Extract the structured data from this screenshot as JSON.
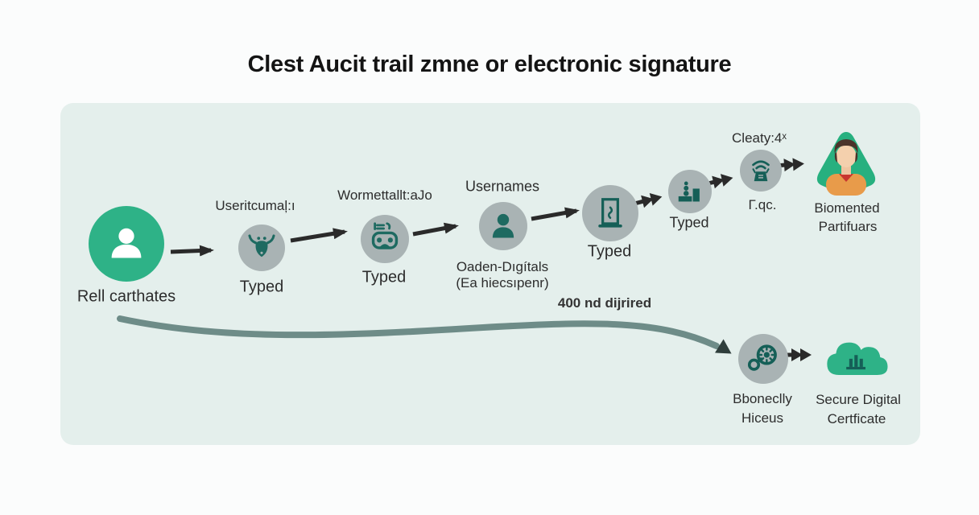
{
  "title": "Clest Aucit trail zmne or electronic signature",
  "colors": {
    "panel_bg": "#e4efec",
    "page_bg": "#fbfcfc",
    "node_gray": "#a9b3b4",
    "accent_green": "#2eb287",
    "icon_teal": "#1e6a61",
    "arrow_black": "#2a2a2a",
    "curve_teal_gray": "#6e8c88",
    "avatar_shirt_orange": "#e89b4a",
    "avatar_collar_red": "#c8372f"
  },
  "nodes": {
    "n1": {
      "label": "Rell carthates",
      "icon": "person-icon"
    },
    "n2": {
      "top": "Useritcumaļ:ı",
      "bottom": "Typed",
      "icon": "bug-icon"
    },
    "n3": {
      "top": "Wormettallt:aJo",
      "bottom": "Typed",
      "icon": "vr-goggles-icon"
    },
    "n4": {
      "top": "Usernames",
      "bottom1": "Oaden-Dıgítals",
      "bottom2": "(Ea hiecsıpenr)",
      "icon": "user-silhouette-icon"
    },
    "n5": {
      "bottom": "Typed",
      "icon": "door-frame-icon"
    },
    "n6": {
      "bottom": "Typed",
      "icon": "podium-icon"
    },
    "n7": {
      "top": "Cleaty:4ˣ",
      "bottom": "Γ.qc.",
      "icon": "wifi-device-icon"
    },
    "n8": {
      "line1": "Biomented",
      "line2": "Partifuars",
      "icon": "avatar-triangle-icon"
    },
    "n9": {
      "line1": "Bboneclly",
      "line2": "Hiceus",
      "icon": "key-gear-icon"
    },
    "n10": {
      "line1": "Secure Digital",
      "line2": "Certficate",
      "icon": "cloud-icon"
    }
  },
  "branch_note": "400 nd dijrired"
}
